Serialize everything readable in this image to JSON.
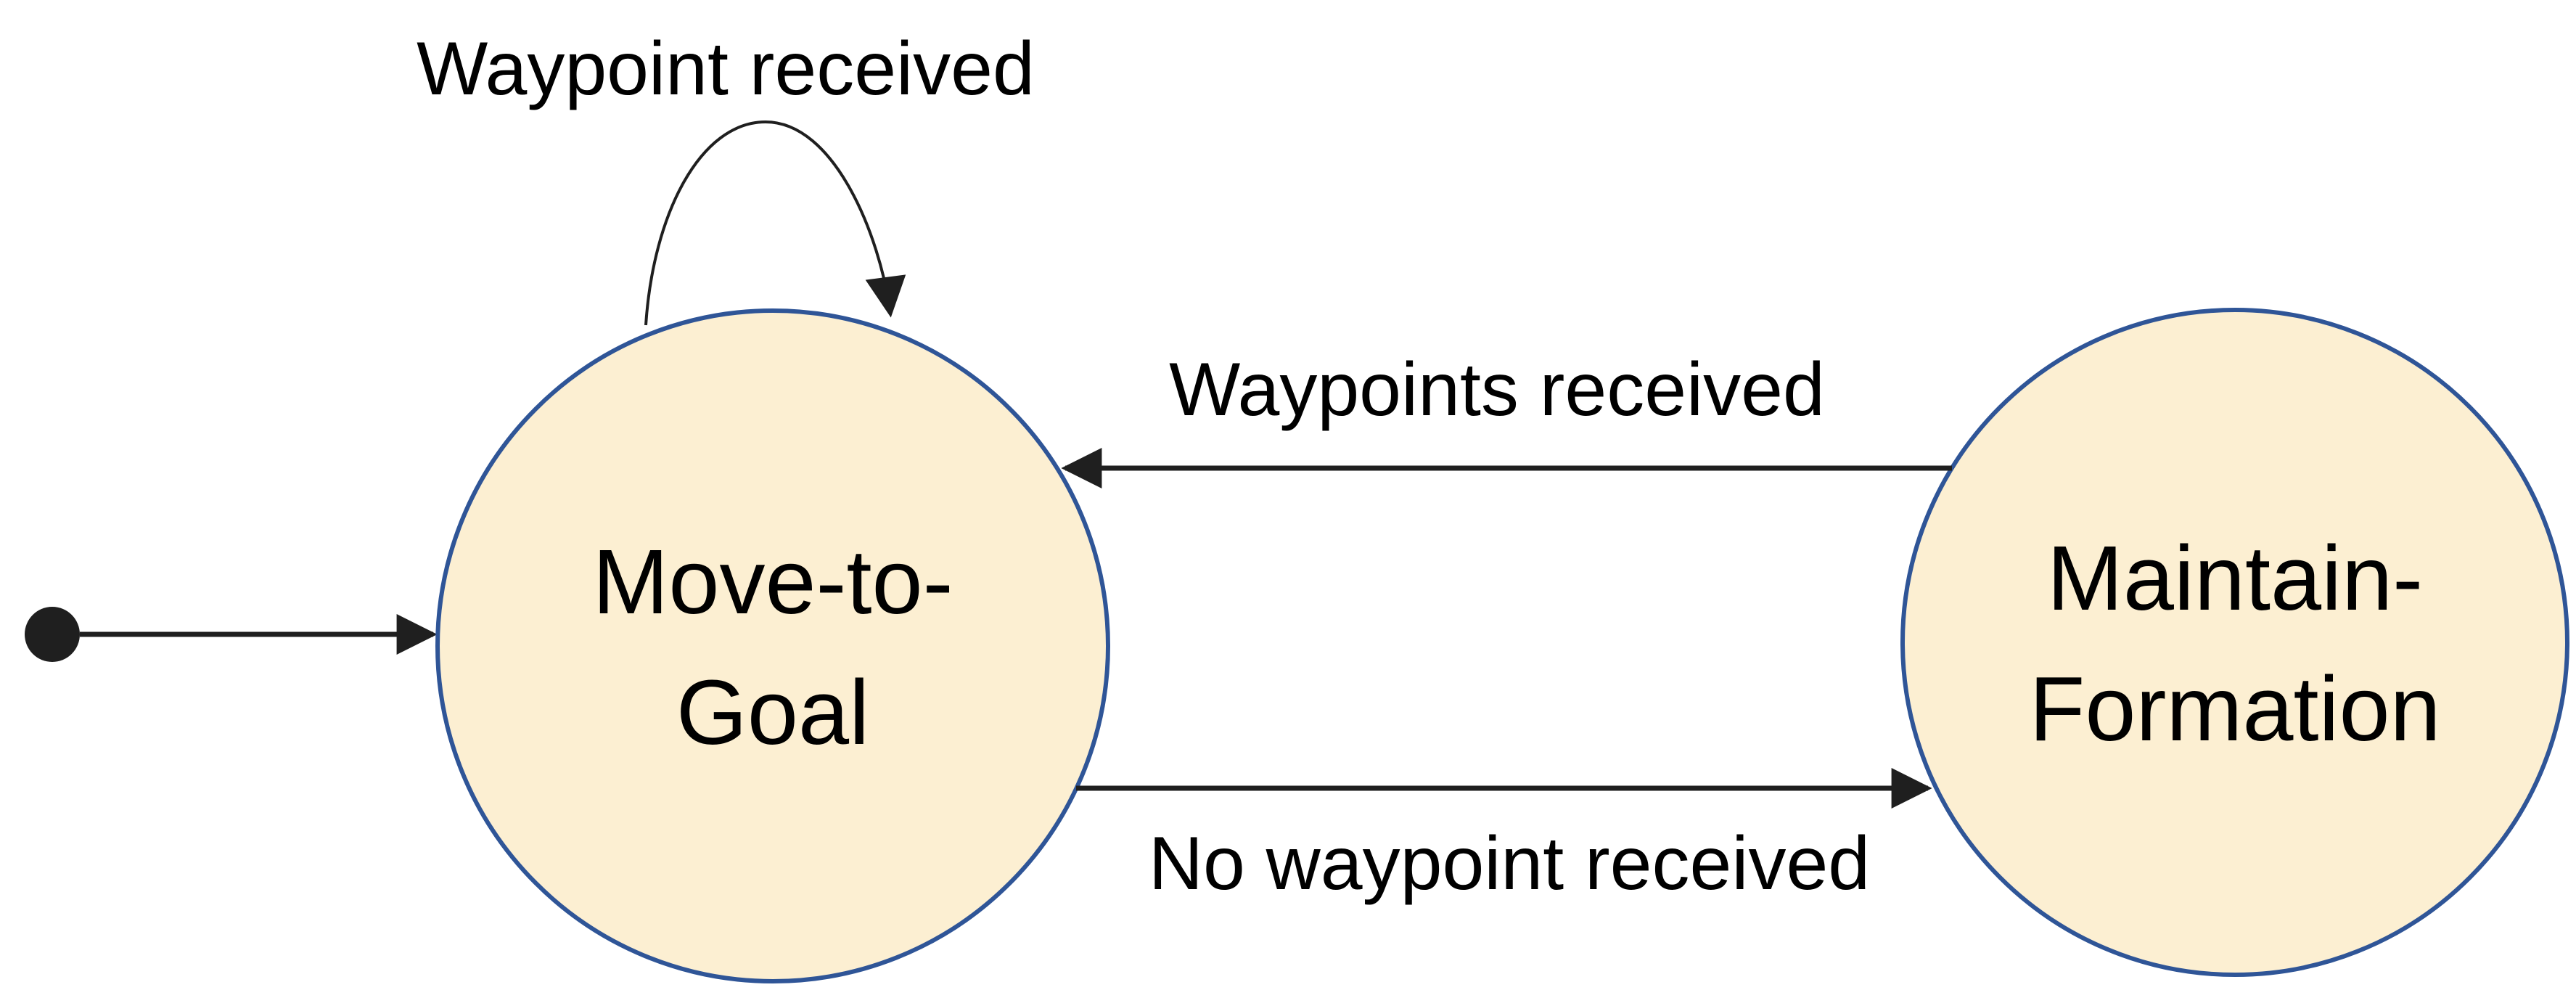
{
  "diagram": {
    "type": "state-machine",
    "colors": {
      "state_fill": "#fcefd2",
      "state_border": "#2f5597",
      "arrow": "#1f1f1f",
      "text": "#000000"
    },
    "initial_marker": {
      "shape": "filled-dot",
      "points_to": "Move-to-Goal"
    },
    "states": [
      {
        "id": "move-to-goal",
        "label_line1": "Move-to-",
        "label_line2": "Goal"
      },
      {
        "id": "maintain-formation",
        "label_line1": "Maintain-",
        "label_line2": "Formation"
      }
    ],
    "transitions": [
      {
        "from": "Move-to-Goal",
        "to": "Move-to-Goal",
        "label": "Waypoint received"
      },
      {
        "from": "Maintain-Formation",
        "to": "Move-to-Goal",
        "label": "Waypoints received"
      },
      {
        "from": "Move-to-Goal",
        "to": "Maintain-Formation",
        "label": "No waypoint received"
      }
    ]
  }
}
